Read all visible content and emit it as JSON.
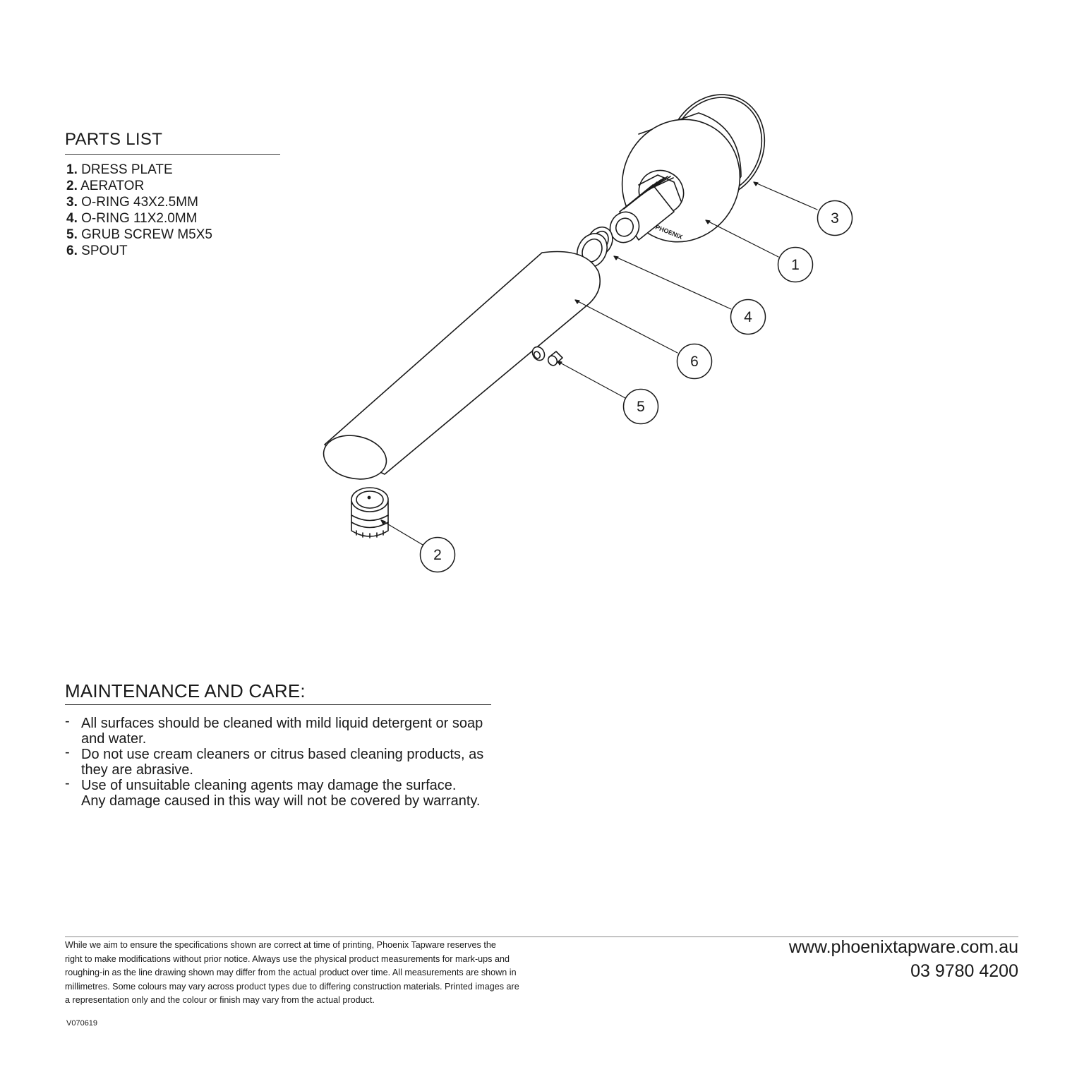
{
  "parts": {
    "heading": "PARTS LIST",
    "items": [
      {
        "num": "1.",
        "name": "DRESS PLATE"
      },
      {
        "num": "2.",
        "name": "AERATOR"
      },
      {
        "num": "3.",
        "name": "O-RING 43X2.5MM"
      },
      {
        "num": "4.",
        "name": "O-RING 11X2.0MM"
      },
      {
        "num": "5.",
        "name": "GRUB SCREW M5X5"
      },
      {
        "num": "6.",
        "name": "SPOUT"
      }
    ]
  },
  "diagram": {
    "brand_mark": "PHOENIX",
    "callouts": [
      "1",
      "2",
      "3",
      "4",
      "5",
      "6"
    ]
  },
  "maintenance": {
    "heading": "MAINTENANCE AND CARE:",
    "dash": "-",
    "items": [
      {
        "line1": "All surfaces should be cleaned with mild liquid detergent or soap",
        "line2": "and water."
      },
      {
        "line1": "Do not use cream cleaners or citrus based cleaning products, as",
        "line2": "they are abrasive."
      },
      {
        "line1": "Use of unsuitable cleaning agents may damage the surface.",
        "line2": "Any damage caused in this way will not be covered by warranty."
      }
    ]
  },
  "footer": {
    "disclaimer_lines": [
      "While we aim to ensure the specifications shown are correct at time of printing, Phoenix Tapware reserves the",
      "right to make modifications without prior notice. Always use the physical product measurements for mark-ups and",
      "roughing-in as the line drawing shown may differ from the actual product over time. All measurements are shown in",
      "millimetres.  Some colours may vary across product types due to differing construction materials. Printed images are",
      "a representation only and the colour or finish may vary from the actual product."
    ],
    "website": "www.phoenixtapware.com.au",
    "phone": "03 9780 4200",
    "version": "V070619"
  }
}
